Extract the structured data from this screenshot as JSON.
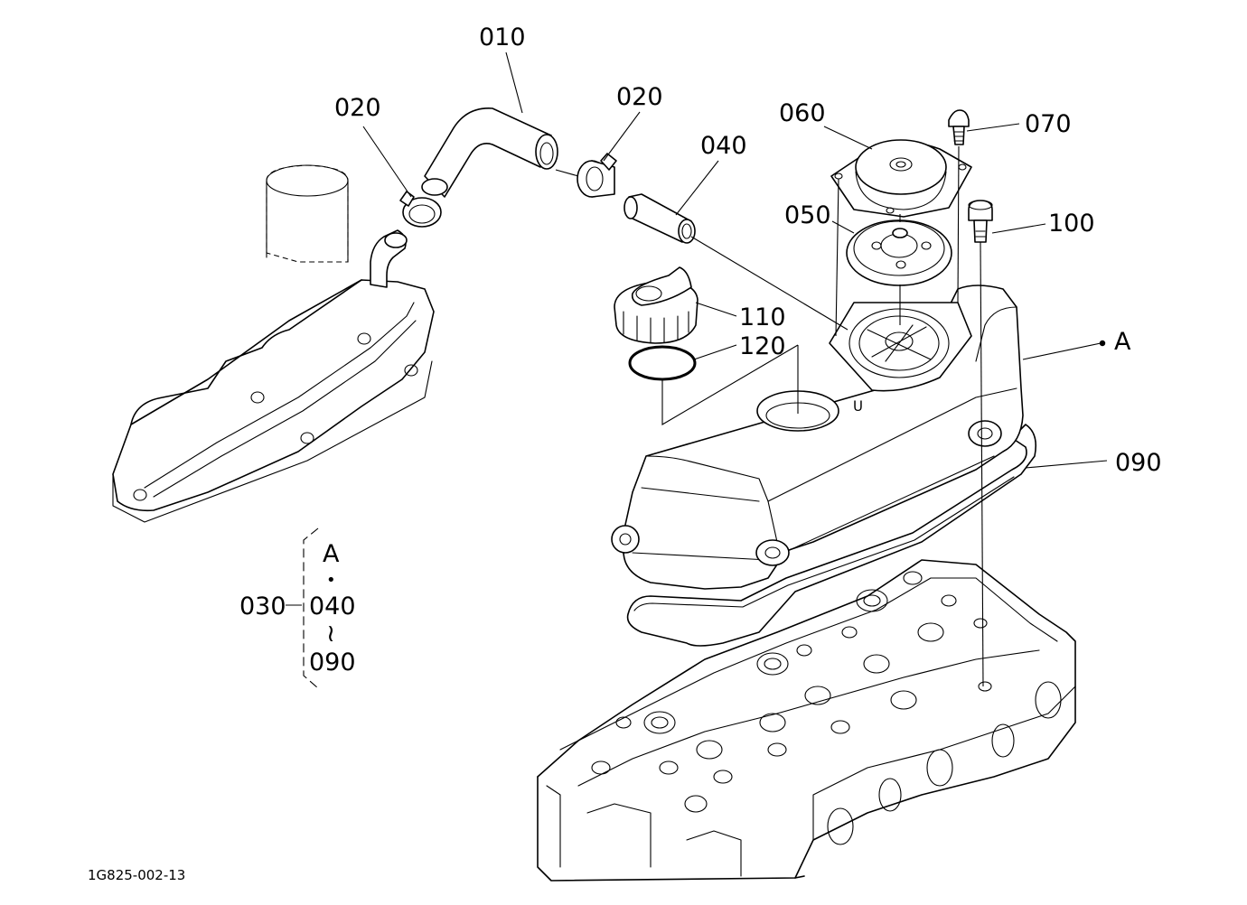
{
  "labels": {
    "p010": "010",
    "p020a": "020",
    "p020b": "020",
    "p040": "040",
    "p050": "050",
    "p060": "060",
    "p070": "070",
    "p100": "100",
    "p110": "110",
    "p120": "120",
    "p090": "090",
    "refA": "A"
  },
  "group": {
    "number": "030",
    "ref": "A",
    "dot": "•",
    "from": "040",
    "tilde": "≀",
    "to": "090"
  },
  "drawing_code": "1G825-002-13"
}
